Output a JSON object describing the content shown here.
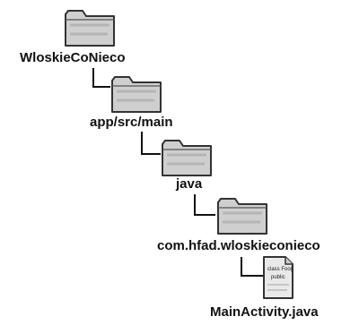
{
  "tree": {
    "root": {
      "label": "WloskieCoNieco",
      "icon": "folder-icon"
    },
    "level1": {
      "label": "app/src/main",
      "icon": "folder-icon"
    },
    "level2": {
      "label": "java",
      "icon": "folder-icon"
    },
    "level3": {
      "label": "com.hfad.wloskieconieco",
      "icon": "folder-icon"
    },
    "file": {
      "label": "MainActivity.java",
      "icon": "java-file-icon",
      "file_text_line1": "class Foo{",
      "file_text_line2": "public"
    }
  },
  "colors": {
    "folder_fill": "#c8c8c8",
    "folder_stroke": "#333333",
    "text": "#111111"
  }
}
